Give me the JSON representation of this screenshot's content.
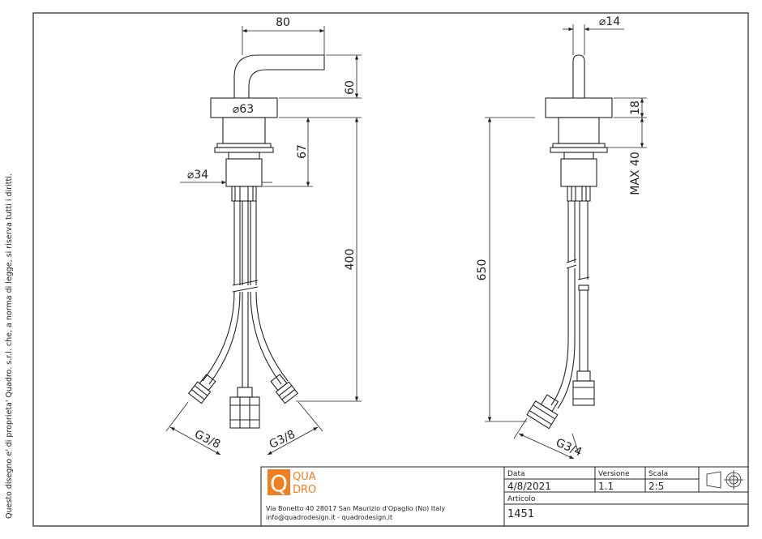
{
  "front_view": {
    "dim_width": "80",
    "dim_handle_height": "60",
    "dim_flange_diameter": "⌀63",
    "dim_body_height": "67",
    "dim_shank_diameter": "⌀34",
    "dim_hose_length": "400",
    "dim_connection_left": "G3/8",
    "dim_connection_right": "G3/8"
  },
  "side_view": {
    "dim_lever_diameter": "⌀14",
    "dim_flange_height": "18",
    "dim_max_thickness": "MAX  40",
    "dim_total_length": "650",
    "dim_connection": "G3/4"
  },
  "title_block": {
    "logo_qua": "QUA",
    "logo_dro": "DRO",
    "logo_q": "Q",
    "address": "Via Bonetto 40  28017 San Maurizio d'Opaglio (No) Italy",
    "contact": "info@quadrodesign.it  -  quadrodesign.it",
    "date_label": "Data",
    "date_value": "4/8/2021",
    "version_label": "Versione",
    "version_value": "1.1",
    "scale_label": "Scala",
    "scale_value": "2:5",
    "article_label": "Articolo",
    "article_value": "1451"
  },
  "copyright_note": "Questo disegno e' di proprieta' Quadro. s.r.l. che, a norma di legge, si riserva tutti i diritti.",
  "colors": {
    "line": "#222222",
    "logo_orange": "#f07e22"
  }
}
